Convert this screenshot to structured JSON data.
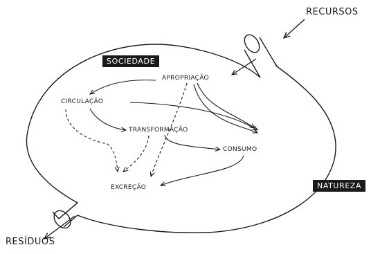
{
  "diagram": {
    "outer_labels": {
      "resources": "RECURSOS",
      "waste": "RESÍDUOS"
    },
    "boxes": {
      "society": "SOCIEDADE",
      "nature": "NATUREZA"
    },
    "processes": {
      "appropriation": "APROPRIAÇÃO",
      "circulation": "CIRCULAÇÃO",
      "transformation": "TRANSFORMAÇÃO",
      "consumption": "CONSUMO",
      "excretion": "EXCREÇÃO"
    },
    "colors": {
      "ink": "#1a1a1a",
      "background": "#ffffff"
    }
  }
}
